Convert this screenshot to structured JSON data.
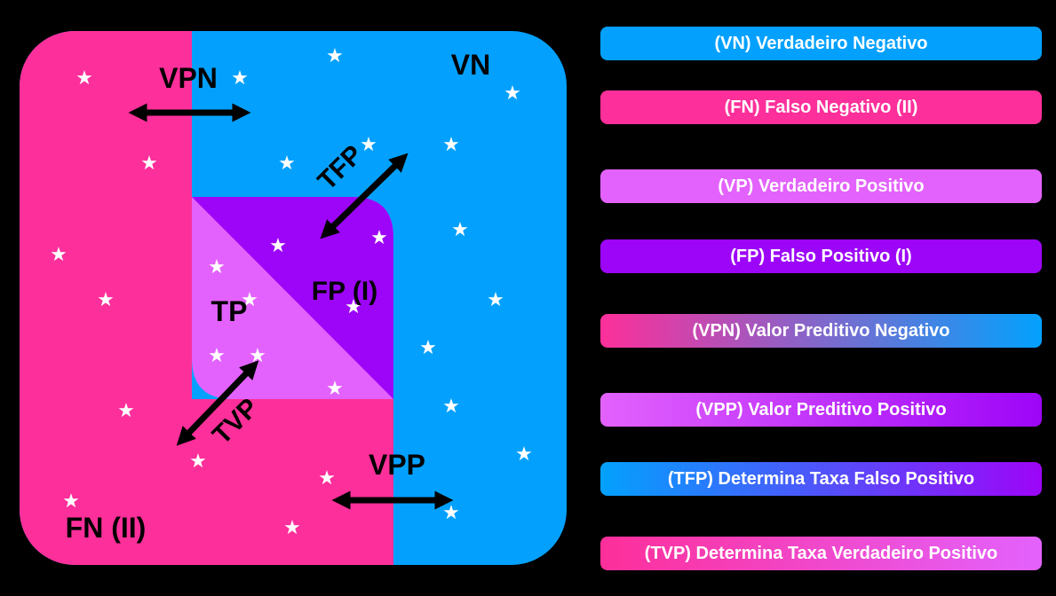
{
  "diagram": {
    "labels": {
      "vn": "VN",
      "vpn": "VPN",
      "tfp": "TFP",
      "fp": "FP (I)",
      "tp": "TP",
      "tvp": "TVP",
      "vpp": "VPP",
      "fn": "FN (II)"
    },
    "star_glyph": "★",
    "star_icon": "star-icon",
    "arrow_icon": "double-arrow-icon",
    "colors": {
      "vn": "#03a1fd",
      "fn": "#fd2f9a",
      "tp": "#e362fd",
      "fp": "#9d05f8",
      "background": "#000000"
    }
  },
  "legend": [
    {
      "label": "(VN) Verdadeiro Negativo",
      "color": "#03a1fd"
    },
    {
      "label": "(FN) Falso Negativo (II)",
      "color": "#fd2f9a"
    },
    {
      "label": "(VP) Verdadeiro Positivo",
      "color": "#e362fd"
    },
    {
      "label": "(FP) Falso Positivo (I)",
      "color": "#9d05f8"
    },
    {
      "label": "(VPN) Valor Preditivo Negativo",
      "gradient": [
        "#fd2f9a",
        "#03a1fd"
      ]
    },
    {
      "label": "(VPP) Valor Preditivo Positivo",
      "gradient": [
        "#e362fd",
        "#9d05f8"
      ]
    },
    {
      "label": "(TFP) Determina Taxa Falso Positivo",
      "gradient": [
        "#03a1fd",
        "#9d05f8"
      ]
    },
    {
      "label": "(TVP) Determina Taxa Verdadeiro Positivo",
      "gradient": [
        "#fd2f9a",
        "#e362fd"
      ]
    }
  ]
}
